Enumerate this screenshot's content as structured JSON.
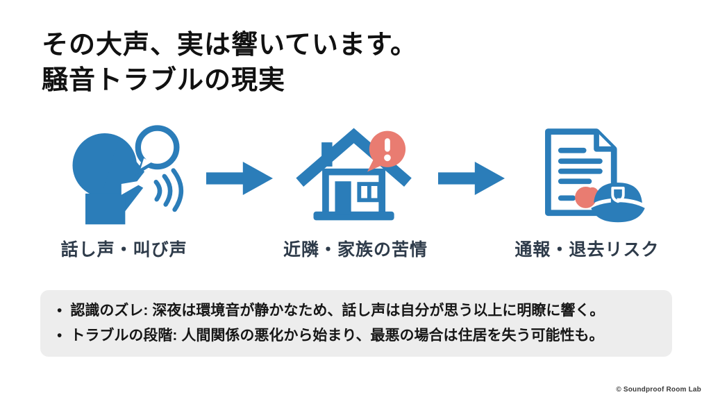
{
  "slide": {
    "title_line1": "その大声、実は響いています。",
    "title_line2": "騒音トラブルの現実",
    "flow": {
      "steps": [
        {
          "icon": "speaking-head-icon",
          "label": "話し声・叫び声"
        },
        {
          "icon": "house-alert-icon",
          "label": "近隣・家族の苦情"
        },
        {
          "icon": "document-police-icon",
          "label": "通報・退去リスク"
        }
      ]
    },
    "notes": {
      "bullet": "•",
      "items": [
        {
          "label": "認識のズレ:",
          "text": "深夜は環境音が静かなため、話し声は自分が思う以上に明瞭に響く。"
        },
        {
          "label": "トラブルの段階:",
          "text": "人間関係の悪化から始まり、最悪の場合は住居を失う可能性も。"
        }
      ]
    },
    "footer": "© Soundproof Room Lab",
    "colors": {
      "primary_blue": "#2B7DB9",
      "alert_red": "#E97C71",
      "label_dark": "#2E3B4A",
      "note_background": "#EDEDED",
      "title_black": "#111111"
    }
  }
}
